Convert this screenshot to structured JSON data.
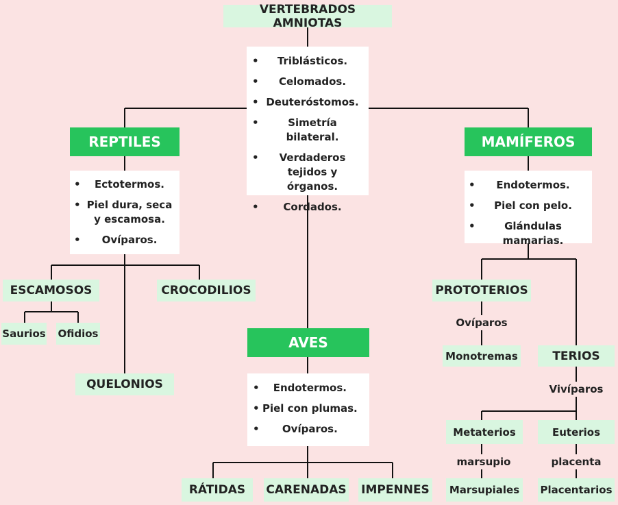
{
  "root": {
    "title": "VERTEBRADOS AMNIOTAS",
    "traits": [
      "Triblásticos.",
      "Celomados.",
      "Deuteróstomos.",
      "Simetría bilateral.",
      "Verdaderos tejidos y órganos.",
      "Cordados."
    ]
  },
  "reptiles": {
    "title": "REPTILES",
    "traits": [
      "Ectotermos.",
      "Piel dura, seca y escamosa.",
      "Ovíparos."
    ],
    "escamosos": "ESCAMOSOS",
    "saurios": "Saurios",
    "ofidios": "Ofidios",
    "crocodilios": "CROCODILIOS",
    "quelonios": "QUELONIOS"
  },
  "aves": {
    "title": "AVES",
    "traits": [
      "Endotermos.",
      "Piel con plumas.",
      "Ovíparos."
    ],
    "ratidas": "RÁTIDAS",
    "carenadas": "CARENADAS",
    "impennes": "IMPENNES"
  },
  "mamiferos": {
    "title": "MAMÍFEROS",
    "traits": [
      "Endotermos.",
      "Piel con pelo.",
      "Glándulas mamarias."
    ],
    "prototerios": "PROTOTERIOS",
    "oviparos": "Ovíparos",
    "monotremas": "Monotremas",
    "terios": "TERIOS",
    "viviparos": "Vivíparos",
    "metaterios": "Metaterios",
    "marsupio": "marsupio",
    "marsupiales": "Marsupiales",
    "euterios": "Euterios",
    "placenta": "placenta",
    "placentarios": "Placentarios"
  }
}
